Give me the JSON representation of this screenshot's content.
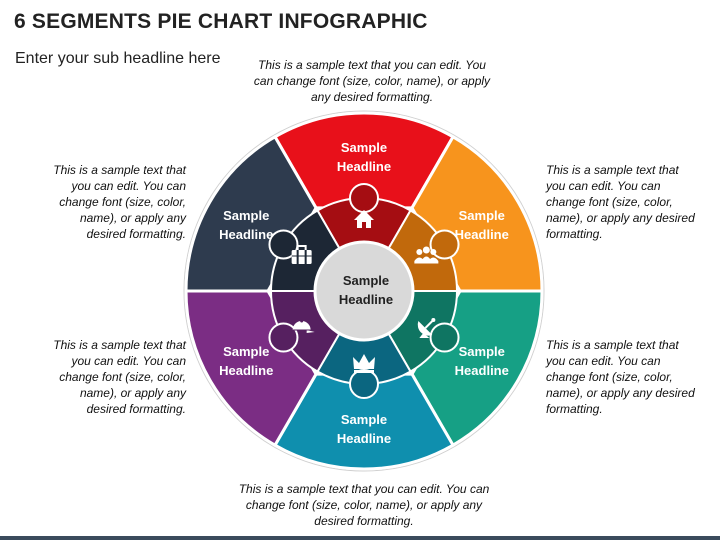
{
  "title": "6 SEGMENTS PIE CHART INFOGRAPHIC",
  "subtitle": "Enter your sub headline here",
  "center": {
    "line1": "Sample",
    "line2": "Headline"
  },
  "segments": [
    {
      "line1": "Sample",
      "line2": "Headline",
      "color": "#e8101a",
      "inner": "#a50d12",
      "icon": "home-icon"
    },
    {
      "line1": "Sample",
      "line2": "Headline",
      "color": "#f7941d",
      "inner": "#c1690c",
      "icon": "group-icon"
    },
    {
      "line1": "Sample",
      "line2": "Headline",
      "color": "#16a085",
      "inner": "#0f7562",
      "icon": "satellite-dish-icon"
    },
    {
      "line1": "Sample",
      "line2": "Headline",
      "color": "#0f8fae",
      "inner": "#0b6680",
      "icon": "crown-icon"
    },
    {
      "line1": "Sample",
      "line2": "Headline",
      "color": "#7b2d84",
      "inner": "#562060",
      "icon": "cap-icon"
    },
    {
      "line1": "Sample",
      "line2": "Headline",
      "color": "#2e3b4e",
      "inner": "#1d2735",
      "icon": "briefcase-icon"
    }
  ],
  "notes": {
    "top": "This is a sample text that you can edit. You can change font (size, color, name), or apply any desired formatting.",
    "bottom": "This is a sample text that you can edit. You can change font (size, color, name), or apply any desired formatting.",
    "left_top": "This is a sample text that you can edit. You can change font (size, color, name), or apply any desired formatting.",
    "left_bottom": "This is a sample text that you can edit. You can change font (size, color, name), or apply any desired formatting.",
    "right_top": "This is a sample text that you can edit. You can change font (size, color, name), or apply any desired formatting.",
    "right_bottom": "This is a sample text that you can edit. You can change font (size, color, name), or apply any desired formatting."
  }
}
